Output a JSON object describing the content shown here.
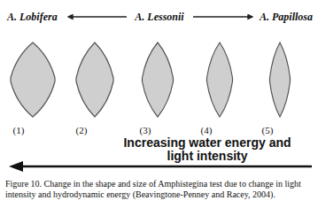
{
  "diagram": {
    "caption": "Figure 10. Change in the shape and size of Amphistegina test due to change in light intensity and hydrodynamic energy (Beavingtone-Penney and Racey, 2004).",
    "labels": [
      "A. Lobifera",
      "A. Lessonii",
      "A. Papillosa",
      "(1)",
      "(2)",
      "(3)",
      "(4)",
      "(5)",
      "Increasing water energy and light intensity"
    ]
  }
}
